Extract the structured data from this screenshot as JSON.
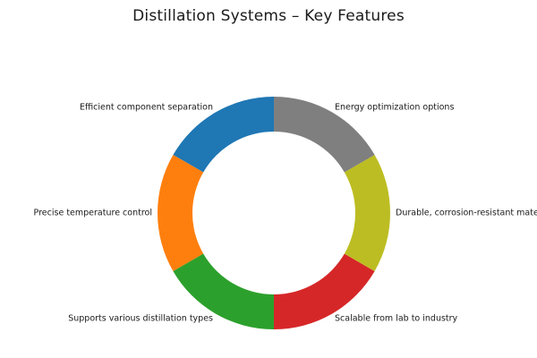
{
  "chart_data": {
    "type": "pie",
    "title": "Distillation Systems – Key Features",
    "donut": true,
    "slices": [
      {
        "label": "Efficient component separation",
        "value": 1,
        "color": "#1f77b4"
      },
      {
        "label": "Precise temperature control",
        "value": 1,
        "color": "#ff7f0e"
      },
      {
        "label": "Supports various distillation types",
        "value": 1,
        "color": "#2ca02c"
      },
      {
        "label": "Scalable from lab to industry",
        "value": 1,
        "color": "#d62728"
      },
      {
        "label": "Durable, corrosion-resistant materials",
        "value": 1,
        "color": "#bcbd22"
      },
      {
        "label": "Energy optimization options",
        "value": 1,
        "color": "#7f7f7f"
      }
    ]
  }
}
